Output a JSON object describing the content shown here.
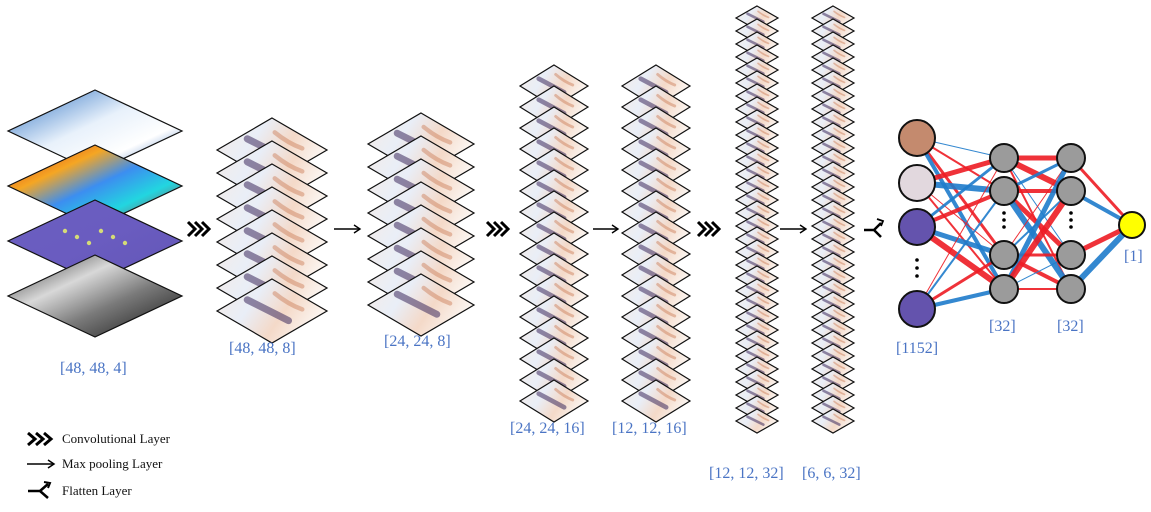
{
  "stages": [
    {
      "id": "input",
      "label": "[48, 48, 4]",
      "count": 4
    },
    {
      "id": "conv1",
      "label": "[48, 48, 8]",
      "count": 8
    },
    {
      "id": "pool1",
      "label": "[24, 24, 8]",
      "count": 8
    },
    {
      "id": "conv2",
      "label": "[24, 24, 16]",
      "count": 16
    },
    {
      "id": "pool2",
      "label": "[12, 12, 16]",
      "count": 16
    },
    {
      "id": "conv3",
      "label": "[12, 12, 32]",
      "count": 32
    },
    {
      "id": "pool3",
      "label": "[6, 6, 32]",
      "count": 32
    }
  ],
  "dense": {
    "input_label": "[1152]",
    "hidden1_label": "[32]",
    "hidden2_label": "[32]",
    "output_label": "[1]",
    "input_colors": [
      "#c48a6e",
      "#e2d8de",
      "#6453ad",
      "#6453ad"
    ],
    "hidden_color": "#9b9b9b",
    "output_color": "#ffff00",
    "positive_color": "#ee1c24",
    "negative_color": "#1f7ccb"
  },
  "legend": {
    "conv": "Convolutional Layer",
    "pool": "Max pooling Layer",
    "flatten": "Flatten Layer"
  },
  "icons": [
    "conv-icon",
    "pool-arrow-icon",
    "flatten-icon"
  ]
}
